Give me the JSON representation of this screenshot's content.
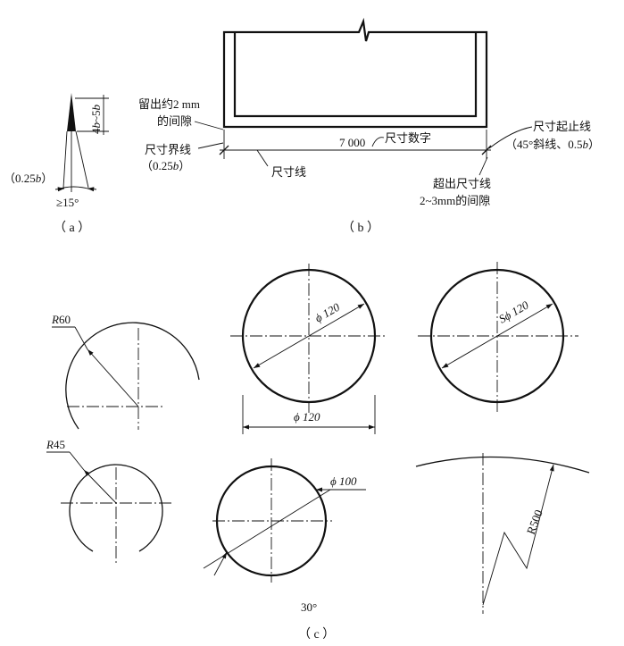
{
  "panel_a": {
    "caption": "（ a ）",
    "dim_label_mid": "4",
    "dim_label_b1": "b",
    "dim_label_tilde": "~5",
    "dim_label_b2": "b",
    "label_width_open": "（0.25",
    "label_width_b": "b",
    "label_width_close": "）",
    "angle_label": "≥15°"
  },
  "panel_b": {
    "caption": "（ b ）",
    "gap_note_line1": "留出约2 mm",
    "gap_note_line2": "的间隙",
    "ext_line_label": "尺寸界线",
    "ext_line_width_open": "（0.25",
    "ext_line_width_b": "b",
    "ext_line_width_close": "）",
    "dimension_value": "7 000",
    "dimension_text_label": "尺寸数字",
    "dim_line_label": "尺寸线",
    "tick_label_line1": "尺寸起止线",
    "tick_label_line2_open": "（45°斜线、0.5",
    "tick_label_line2_b": "b",
    "tick_label_line2_close": "）",
    "overrun_label_line1": "超出尺寸线",
    "overrun_label_line2": "2~3mm的间隙"
  },
  "panel_c": {
    "caption": "（ c ）",
    "r60_prefix": "R",
    "r60_value": "60",
    "phi120_inner": "ϕ 120",
    "phi120_bottom": "ϕ 120",
    "sphi120": "Sϕ 120",
    "r45_prefix": "R",
    "r45_value": "45",
    "phi100": "ϕ 100",
    "angle30": "30°",
    "r500": "R500"
  }
}
